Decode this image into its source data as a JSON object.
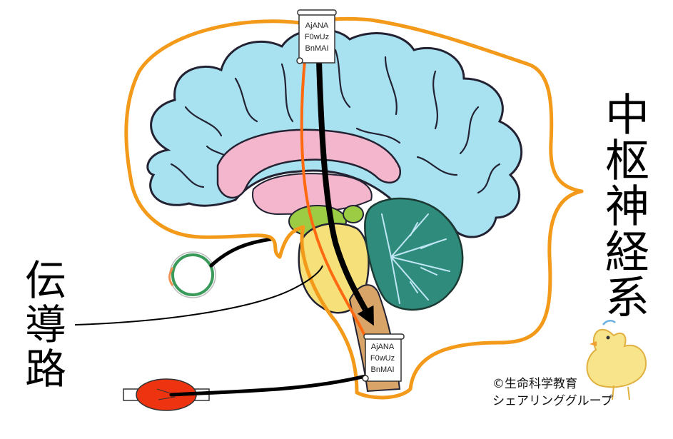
{
  "labels": {
    "central_nervous_system": "中枢神経系",
    "conduction_pathway": "伝導路"
  },
  "scrolls": {
    "top": [
      "AjANA",
      "F0wUz",
      "BnMAI"
    ],
    "bottom": [
      "AjANA",
      "F0wUz",
      "BnMAI"
    ]
  },
  "credit": {
    "line1": "©生命科学教育",
    "line2": "シェアリンググループ"
  },
  "colors": {
    "cerebrum": "#a8e2f0",
    "limbic": "#f4b6cc",
    "midbrain": "#f6e07a",
    "thalamus_green": "#9ccc44",
    "cerebellum": "#2f8c7c",
    "brainstem": "#d8a468",
    "outline_orange": "#f39a1b",
    "pathway_orange": "#ff6a10",
    "pathway_black": "#000000",
    "muscle_red": "#ee3311",
    "eye_green": "#3a9a5a"
  }
}
